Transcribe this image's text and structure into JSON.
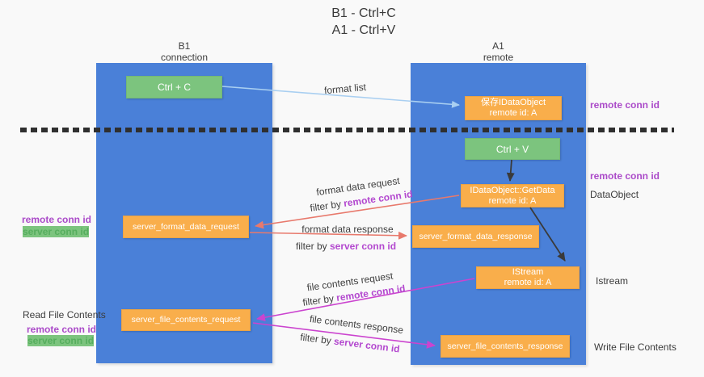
{
  "title": {
    "line1": "B1 - Ctrl+C",
    "line2": "A1 - Ctrl+V"
  },
  "columns": {
    "left": {
      "header_line1": "B1",
      "header_line2": "connection"
    },
    "right": {
      "header_line1": "A1",
      "header_line2": "remote"
    }
  },
  "boxes": {
    "ctrl_c": {
      "label": "Ctrl + C"
    },
    "save_idataobject": {
      "line1": "保存IDataObject",
      "line2": "remote id: A"
    },
    "ctrl_v": {
      "label": "Ctrl + V"
    },
    "idataobject_getdata": {
      "line1": "IDataObject::GetData",
      "line2": "remote id: A"
    },
    "server_format_data_request": {
      "label": "server_format_data_request"
    },
    "server_format_data_response": {
      "label": "server_format_data_response"
    },
    "istream": {
      "line1": "IStream",
      "line2": "remote id: A"
    },
    "server_file_contents_request": {
      "label": "server_file_contents_request"
    },
    "server_file_contents_response": {
      "label": "server_file_contents_response"
    }
  },
  "side_labels": {
    "right_remote_conn_id_top": "remote conn id",
    "right_remote_conn_id_mid": "remote conn id",
    "dataobject": "DataObject",
    "istream": "Istream",
    "write_file_contents": "Write File Contents",
    "left_mid_remote": "remote conn id",
    "left_mid_server": "server conn id",
    "read_file_contents": "Read File Contents",
    "left_bottom_remote": "remote conn id",
    "left_bottom_server": "server conn id"
  },
  "arrow_labels": {
    "format_list": "format list",
    "format_data_request": "format data request",
    "filter_by_1": "filter by ",
    "filter_remote_1": "remote conn id",
    "format_data_response": "format data response",
    "filter_by_2": "filter by ",
    "filter_server_1": "server conn id",
    "file_contents_request": "file contents request",
    "filter_by_3": "filter by ",
    "filter_remote_2": "remote conn id",
    "file_contents_response": "file contents response",
    "filter_by_4": "filter by ",
    "filter_server_2": "server conn id"
  },
  "colors": {
    "column_blue": "#4a80d8",
    "box_green": "#7cc47e",
    "box_orange": "#f9ae4b",
    "arrow_lightblue": "#a9cff1",
    "arrow_black": "#3a3a3a",
    "arrow_salmon": "#e8796c",
    "arrow_magenta": "#cb44cf",
    "label_purple": "#ab4bc9",
    "label_green": "#56ae5e"
  }
}
